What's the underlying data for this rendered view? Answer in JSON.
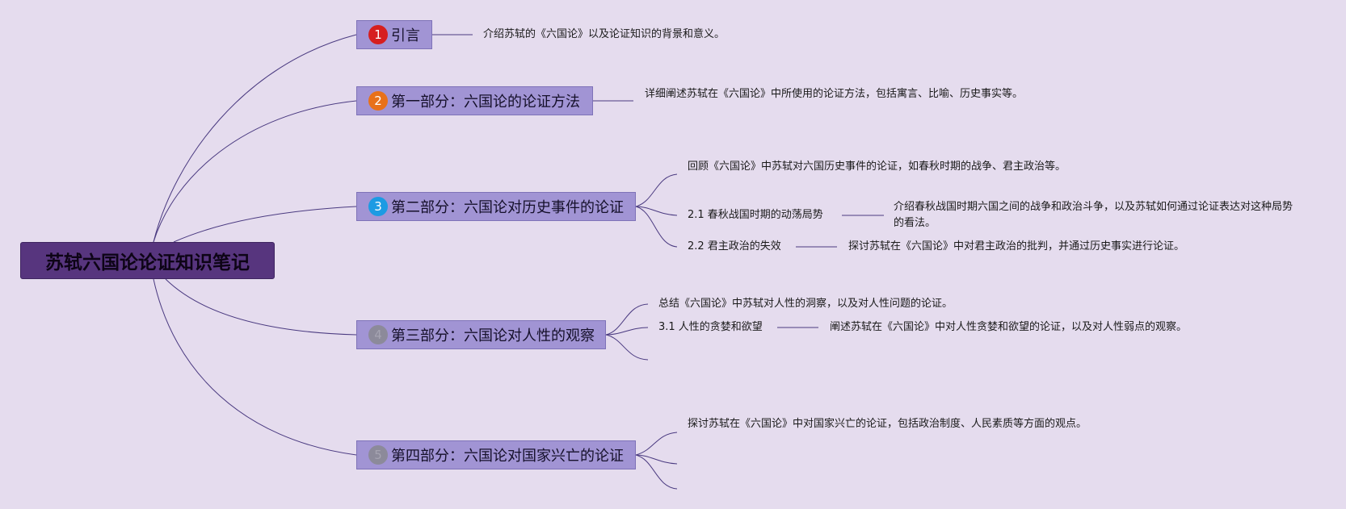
{
  "root": {
    "title": "苏轼六国论论证知识笔记"
  },
  "colors": {
    "background": "#e5dcee",
    "root_fill": "#57357e",
    "topic_fill": "#a194d4",
    "connector": "#4a3a80"
  },
  "topics": [
    {
      "number": "1",
      "badge_color": "#d61f1f",
      "label": "引言",
      "desc": "介绍苏轼的《六国论》以及论证知识的背景和意义。"
    },
    {
      "number": "2",
      "badge_color": "#e8711a",
      "label": "第一部分：六国论的论证方法",
      "desc": "详细阐述苏轼在《六国论》中所使用的论证方法，包括寓言、比喻、历史事实等。"
    },
    {
      "number": "3",
      "badge_color": "#1c9be3",
      "label": "第二部分：六国论对历史事件的论证",
      "desc": "回顾《六国论》中苏轼对六国历史事件的论证，如春秋时期的战争、君主政治等。",
      "subs": [
        {
          "label": "2.1 春秋战国时期的动荡局势",
          "desc": "介绍春秋战国时期六国之间的战争和政治斗争，以及苏轼如何通过论证表达对这种局势的看法。"
        },
        {
          "label": "2.2 君主政治的失效",
          "desc": "探讨苏轼在《六国论》中对君主政治的批判，并通过历史事实进行论证。"
        }
      ]
    },
    {
      "number": "4",
      "badge_color": "#8c8a9a",
      "label": "第三部分：六国论对人性的观察",
      "desc": "总结《六国论》中苏轼对人性的洞察，以及对人性问题的论证。",
      "subs": [
        {
          "label": "3.1 人性的贪婪和欲望",
          "desc": "阐述苏轼在《六国论》中对人性贪婪和欲望的论证，以及对人性弱点的观察。"
        }
      ]
    },
    {
      "number": "5",
      "badge_color": "#8c8a9a",
      "label": "第四部分：六国论对国家兴亡的论证",
      "desc": "探讨苏轼在《六国论》中对国家兴亡的论证，包括政治制度、人民素质等方面的观点。"
    }
  ]
}
